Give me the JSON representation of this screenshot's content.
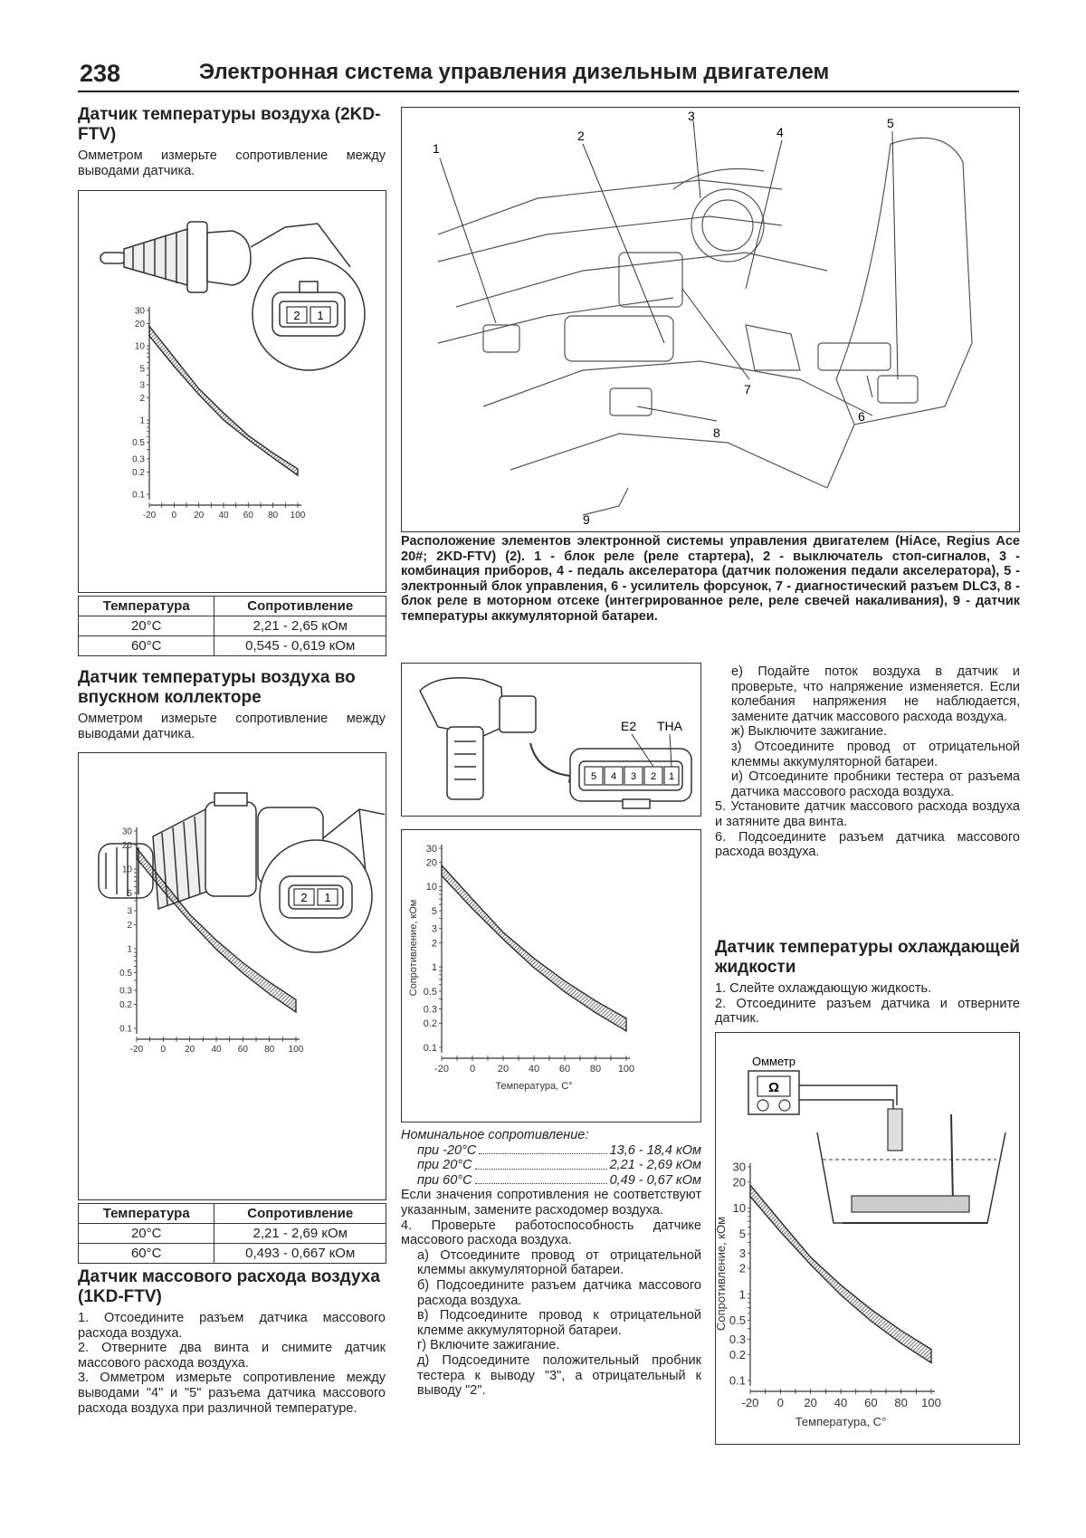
{
  "header": {
    "page_number": "238",
    "title": "Электронная система управления дизельным двигателем"
  },
  "s1": {
    "title": "Датчик температуры воздуха (2KD-FTV)",
    "text": "Омметром измерьте сопротивление между выводами датчика.",
    "pins": [
      "2",
      "1"
    ],
    "table": {
      "headers": [
        "Температура",
        "Сопротивление"
      ],
      "rows": [
        [
          "20°C",
          "2,21 - 2,65 кОм"
        ],
        [
          "60°C",
          "0,545 - 0,619 кОм"
        ]
      ]
    }
  },
  "s2": {
    "title": "Датчик температуры воздуха во впускном коллекторе",
    "text": "Омметром измерьте сопротивление между выводами датчика.",
    "pins": [
      "2",
      "1"
    ],
    "table": {
      "headers": [
        "Температура",
        "Сопротивление"
      ],
      "rows": [
        [
          "20°C",
          "2,21 - 2,69 кОм"
        ],
        [
          "60°C",
          "0,493 - 0,667 кОм"
        ]
      ]
    }
  },
  "s3": {
    "title": "Датчик массового расхода воздуха (1KD-FTV)",
    "steps": [
      "1. Отсоедините разъем датчика массового расхода воздуха.",
      "2. Отверните два винта и снимите датчик массового расхода воздуха.",
      "3. Омметром измерьте сопротивление между выводами \"4\" и \"5\" разъема датчика массового расхода воздуха при различной температуре."
    ]
  },
  "diagram_top": {
    "callouts": [
      "1",
      "2",
      "3",
      "4",
      "5",
      "6",
      "7",
      "8",
      "9"
    ],
    "caption": "Расположение элементов электронной системы управления двигателем (HiAce, Regius Ace 20#; 2KD-FTV) (2). 1 - блок реле (реле стартера), 2 - выключатель стоп-сигналов, 3 - комбинация приборов, 4 - педаль акселератора (датчик положения педали акселератора), 5 - электронный блок управления, 6 - усилитель форсунок, 7 - диагностический разъем DLC3, 8 - блок реле в моторном отсеке (интегрированное реле, реле свечей накаливания), 9 - датчик температуры аккумуляторной батареи."
  },
  "maf_diagram": {
    "label_e2": "E2",
    "label_tha": "THA",
    "pins": [
      "5",
      "4",
      "3",
      "2",
      "1"
    ]
  },
  "nominal": {
    "title": "Номинальное сопротивление:",
    "rows": [
      {
        "label": "при -20°C",
        "value": "13,6 - 18,4 кОм"
      },
      {
        "label": "при 20°C",
        "value": "2,21 - 2,69 кОм"
      },
      {
        "label": "при 60°C",
        "value": "0,49 - 0,67 кОм"
      }
    ],
    "text1": "Если значения сопротивления не соответствуют указанным, замените расходомер воздуха.",
    "text2": "4. Проверьте работоспособность датчике массового расхода воздуха.",
    "substeps": [
      "а) Отсоедините провод от отрицательной клеммы аккумуляторной батареи.",
      "б) Подсоедините разъем датчика массового расхода воздуха.",
      "в) Подсоедините провод к отрицательной клемме аккумуляторной батареи.",
      "г) Включите зажигание.",
      "д) Подсоедините положительный пробник тестера к выводу \"3\", а отрицательный к выводу \"2\"."
    ]
  },
  "right_col": {
    "substeps": [
      "е) Подайте поток воздуха в датчик и проверьте, что напряжение изменяется. Если колебания напряжения не наблюдается, замените датчик массового расхода воздуха.",
      "ж) Выключите зажигание.",
      "з) Отсоедините провод от отрицательной клеммы аккумуляторной батареи.",
      "и) Отсоедините пробники тестера от разъема датчика массового расхода воздуха."
    ],
    "steps": [
      "5. Установите датчик массового расхода воздуха и затяните два винта.",
      "6. Подсоедините разъем датчика массового расхода воздуха."
    ],
    "coolant_title": "Датчик температуры охлаждающей жидкости",
    "coolant_steps": [
      "1. Слейте охлаждающую жидкость.",
      "2. Отсоедините разъем датчика и отверните датчик."
    ],
    "ohmmeter_label": "Омметр"
  },
  "chart_data": [
    {
      "type": "area",
      "id": "chart1",
      "xlabel": "",
      "ylabel": "",
      "x_ticks": [
        "-20",
        "0",
        "20",
        "40",
        "60",
        "80",
        "100"
      ],
      "y_ticks": [
        "30",
        "20",
        "10",
        "5",
        "3",
        "2",
        "1",
        "0.5",
        "0.3",
        "0.2",
        "0.1"
      ],
      "x_range": [
        -20,
        100
      ],
      "y_range": [
        0.1,
        30
      ],
      "y_scale": "log",
      "x": [
        -20,
        0,
        20,
        40,
        60,
        80,
        100
      ],
      "lower": [
        13.6,
        5.3,
        2.21,
        1.0,
        0.545,
        0.31,
        0.18
      ],
      "upper": [
        18.4,
        7.0,
        2.65,
        1.25,
        0.619,
        0.36,
        0.22
      ]
    },
    {
      "type": "area",
      "id": "chart2",
      "xlabel": "",
      "ylabel": "",
      "x_ticks": [
        "-20",
        "0",
        "20",
        "40",
        "60",
        "80",
        "100"
      ],
      "y_ticks": [
        "30",
        "20",
        "10",
        "5",
        "3",
        "2",
        "1",
        "0.5",
        "0.3",
        "0.2",
        "0.1"
      ],
      "x_range": [
        -20,
        100
      ],
      "y_range": [
        0.1,
        30
      ],
      "y_scale": "log",
      "x": [
        -20,
        0,
        20,
        40,
        60,
        80,
        100
      ],
      "lower": [
        13.6,
        5.3,
        2.21,
        0.98,
        0.493,
        0.27,
        0.16
      ],
      "upper": [
        18.4,
        7.0,
        2.69,
        1.28,
        0.667,
        0.38,
        0.23
      ]
    },
    {
      "type": "area",
      "id": "chart3",
      "xlabel": "Температура, С°",
      "ylabel": "Сопротивление, кОм",
      "x_ticks": [
        "-20",
        "0",
        "20",
        "40",
        "60",
        "80",
        "100"
      ],
      "y_ticks": [
        "30",
        "20",
        "10",
        "5",
        "3",
        "2",
        "1",
        "0.5",
        "0.3",
        "0.2",
        "0.1"
      ],
      "x_range": [
        -20,
        100
      ],
      "y_range": [
        0.1,
        30
      ],
      "y_scale": "log",
      "x": [
        -20,
        0,
        20,
        40,
        60,
        80,
        100
      ],
      "lower": [
        13.6,
        5.3,
        2.21,
        0.98,
        0.49,
        0.27,
        0.16
      ],
      "upper": [
        18.4,
        7.0,
        2.69,
        1.28,
        0.67,
        0.38,
        0.23
      ]
    },
    {
      "type": "area",
      "id": "chart4",
      "xlabel": "Температура, С°",
      "ylabel": "Сопротивление, кОм",
      "x_ticks": [
        "-20",
        "0",
        "20",
        "40",
        "60",
        "80",
        "100"
      ],
      "y_ticks": [
        "30",
        "20",
        "10",
        "5",
        "3",
        "2",
        "1",
        "0.5",
        "0.3",
        "0.2",
        "0.1"
      ],
      "x_range": [
        -20,
        100
      ],
      "y_range": [
        0.1,
        30
      ],
      "y_scale": "log",
      "x": [
        -20,
        0,
        20,
        40,
        60,
        80,
        100
      ],
      "lower": [
        13.6,
        5.3,
        2.21,
        0.98,
        0.49,
        0.27,
        0.16
      ],
      "upper": [
        18.4,
        7.0,
        2.69,
        1.28,
        0.67,
        0.38,
        0.23
      ]
    }
  ]
}
